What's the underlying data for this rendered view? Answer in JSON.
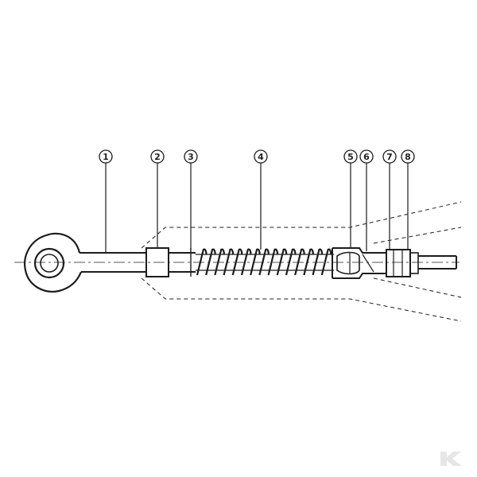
{
  "diagram": {
    "ink_color": "#1c1c1c",
    "background": "#ffffff",
    "callouts": [
      {
        "id": "1",
        "label": "1"
      },
      {
        "id": "2",
        "label": "2"
      },
      {
        "id": "3",
        "label": "3"
      },
      {
        "id": "4",
        "label": "4"
      },
      {
        "id": "5",
        "label": "5"
      },
      {
        "id": "6",
        "label": "6"
      },
      {
        "id": "7",
        "label": "7"
      },
      {
        "id": "8",
        "label": "8"
      }
    ],
    "parts": [
      {
        "id": "eye",
        "icon": "eye-end-icon"
      },
      {
        "id": "rod",
        "icon": "threaded-rod-icon"
      },
      {
        "id": "sleeve",
        "icon": "sleeve-icon"
      },
      {
        "id": "spring",
        "icon": "coil-spring-icon"
      },
      {
        "id": "clevis",
        "icon": "clevis-icon"
      },
      {
        "id": "nut",
        "icon": "adjuster-nut-icon"
      },
      {
        "id": "cable",
        "icon": "cable-icon"
      }
    ]
  },
  "watermark": {
    "text": "K",
    "icon": "brand-logo-icon",
    "color": "#e6e6e6"
  }
}
